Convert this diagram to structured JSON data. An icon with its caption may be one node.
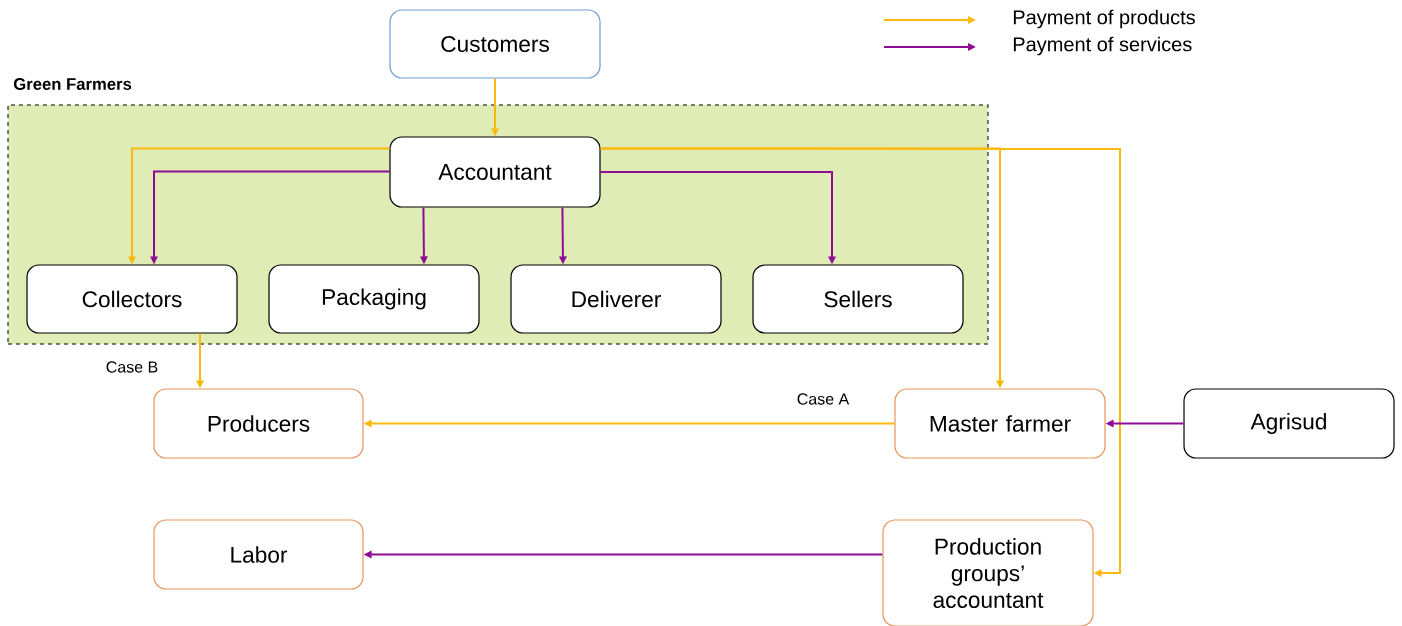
{
  "diagram": {
    "nodes": [
      {
        "text": [
          "Customers"
        ]
      },
      {
        "text": [
          "Green Farmers"
        ]
      },
      {
        "text": [
          "Accountant"
        ],
        "in": 1
      },
      {
        "text": [
          "Collectors"
        ],
        "in": 1
      },
      {
        "text": [
          "Packaging"
        ],
        "in": 1
      },
      {
        "text": [
          "Deliverer"
        ],
        "in": 1
      },
      {
        "text": [
          "Sellers"
        ],
        "in": 1
      },
      {
        "text": [
          "Producers"
        ]
      },
      {
        "text": [
          "Master farmer"
        ]
      },
      {
        "text": [
          "Agrisud"
        ]
      },
      {
        "text": [
          "Labor"
        ]
      },
      {
        "text": [
          "Production groups’ accountant"
        ]
      }
    ],
    "edges": [
      {
        "from": 0,
        "to": 2,
        "arrow": "to",
        "color": "#fbb90c"
      },
      {
        "from": 2,
        "to": 3,
        "arrow": "to",
        "color": "#fbb90c"
      },
      {
        "from": 2,
        "to": 3,
        "arrow": "to",
        "color": "#8e0c96"
      },
      {
        "from": 2,
        "to": 4,
        "arrow": "to",
        "color": "#8e0c96"
      },
      {
        "from": 2,
        "to": 5,
        "arrow": "to",
        "color": "#8e0c96"
      },
      {
        "from": 2,
        "to": 6,
        "arrow": "to",
        "color": "#8e0c96"
      },
      {
        "from": 2,
        "to": 8,
        "arrow": "to",
        "color": "#fbb90c"
      },
      {
        "from": 2,
        "to": 11,
        "arrow": "to",
        "color": "#fbb90c"
      },
      {
        "from": 8,
        "to": 7,
        "arrow": "to",
        "label": "Case A",
        "color": "#fbb90c"
      },
      {
        "from": 3,
        "to": 7,
        "arrow": "to",
        "label": "Case B",
        "color": "#fbb90c"
      },
      {
        "from": 9,
        "to": 8,
        "arrow": "to",
        "color": "#8e0c96"
      },
      {
        "from": 11,
        "to": 10,
        "arrow": "to",
        "color": "#8e0c96"
      }
    ],
    "legend": [
      {
        "text": "Payment of products"
      },
      {
        "text": "Payment of services"
      }
    ]
  }
}
